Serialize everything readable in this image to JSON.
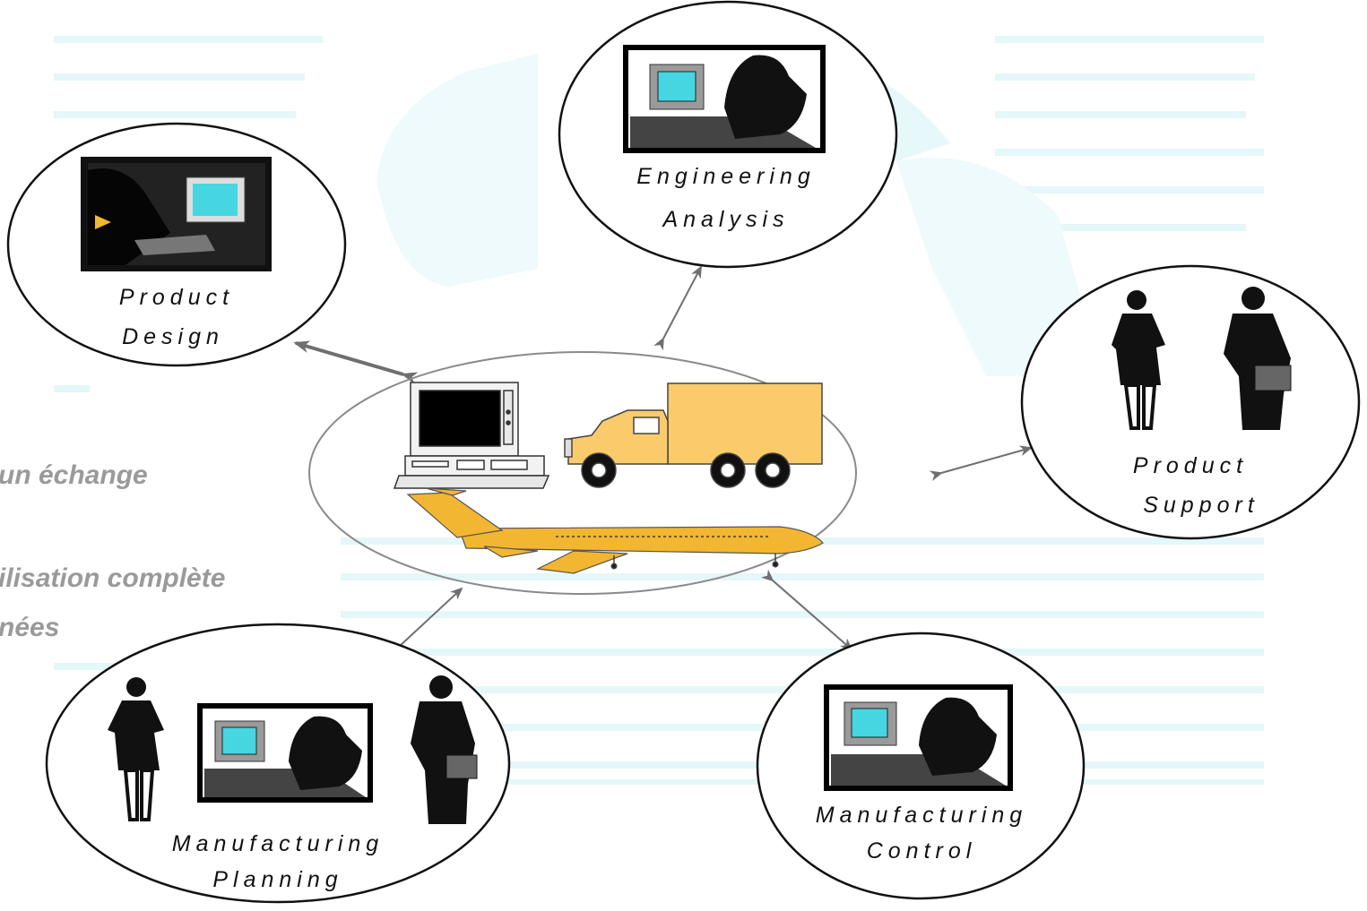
{
  "background_text": {
    "line1": "un échange",
    "line2": "ilisation complète",
    "line3": "nées"
  },
  "nodes": {
    "engineering_analysis": {
      "line1": "Engineering",
      "line2": "Analysis"
    },
    "product_design": {
      "line1": "Product",
      "line2": "Design"
    },
    "product_support": {
      "line1": "Product",
      "line2": "Support"
    },
    "manufacturing_planning": {
      "line1": "Manufacturing",
      "line2": "Planning"
    },
    "manufacturing_control": {
      "line1": "Manufacturing",
      "line2": "Control"
    }
  },
  "center": {
    "items": [
      "computer-icon",
      "truck-icon",
      "airplane-icon"
    ]
  },
  "colors": {
    "watermark": "#e2f6f8",
    "vehicle": "#fbcb6b",
    "airplane": "#f2b631",
    "screen": "#46d6e2",
    "center_outline": "#8a8a8a",
    "arrow": "#6f6f6f"
  }
}
